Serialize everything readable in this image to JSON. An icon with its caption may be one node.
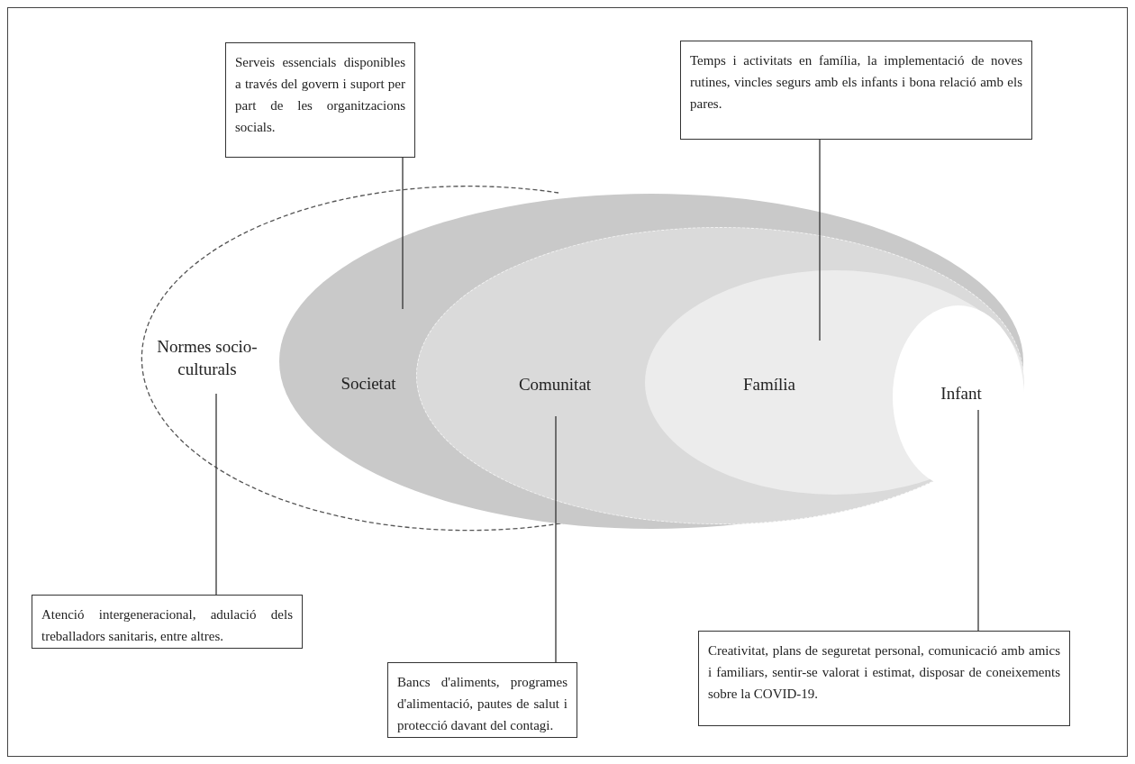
{
  "diagram": {
    "nodes": [
      {
        "text": [
          "Serveis essencials disponibles a través del govern i suport per part de les organitzacions socials."
        ]
      },
      {
        "text": [
          "Temps i activitats en família, la implementació de noves rutines, vincles segurs amb els infants i bona relació amb els pares."
        ]
      },
      {
        "text": [
          "Normes socio-culturals"
        ]
      },
      {
        "text": [
          "Societat"
        ]
      },
      {
        "text": [
          "Comunitat"
        ],
        "in": 3
      },
      {
        "text": [
          "Família"
        ],
        "in": 4
      },
      {
        "text": [
          "Infant"
        ],
        "in": 5
      },
      {
        "text": [
          "Atenció intergeneracional, adulació dels treballadors sanitaris, entre altres."
        ]
      },
      {
        "text": [
          "Bancs d'aliments, programes d'alimentació, pautes de salut i protecció davant del contagi."
        ]
      },
      {
        "text": [
          "Creativitat, plans de seguretat personal, comunicació amb amics i familiars, sentir-se valorat i estimat, disposar de coneixements sobre la COVID-19."
        ]
      }
    ],
    "edges": [
      {
        "from": 0,
        "to": 3,
        "arrow": "none"
      },
      {
        "from": 1,
        "to": 5,
        "arrow": "none"
      },
      {
        "from": 7,
        "to": 2,
        "arrow": "none"
      },
      {
        "from": 8,
        "to": 4,
        "arrow": "none"
      },
      {
        "from": 9,
        "to": 6,
        "arrow": "none"
      }
    ]
  }
}
